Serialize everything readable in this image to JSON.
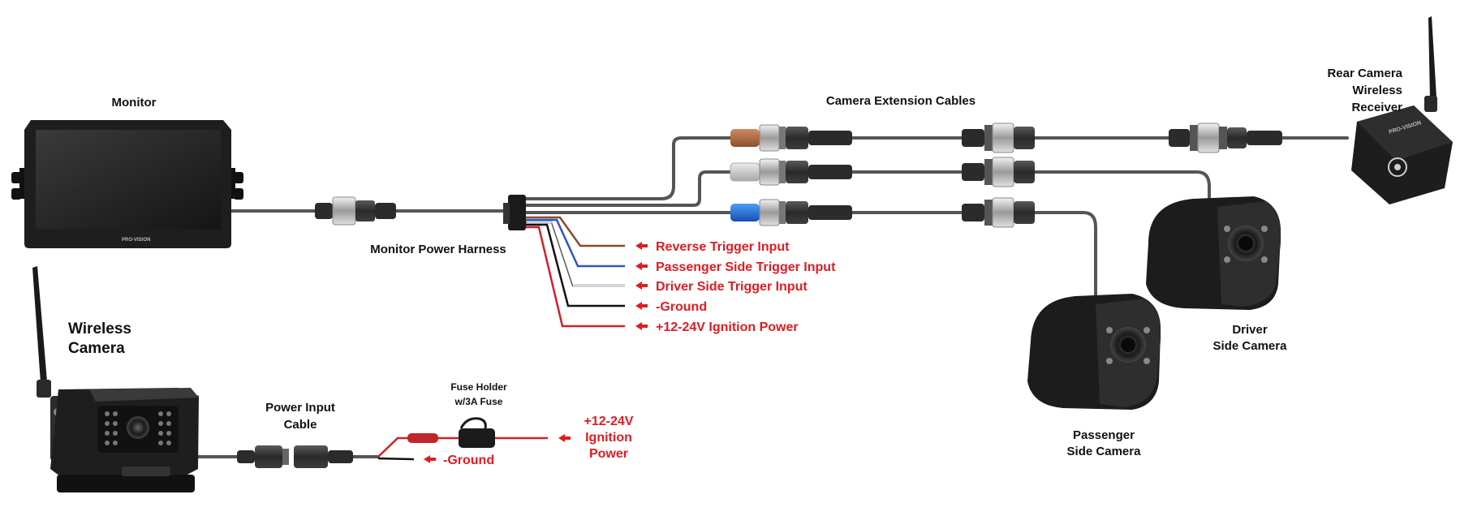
{
  "labels": {
    "monitor": "Monitor",
    "camera_extension_cables": "Camera Extension Cables",
    "rear_receiver_line1": "Rear Camera",
    "rear_receiver_line2": "Wireless",
    "rear_receiver_line3": "Receiver",
    "monitor_power_harness": "Monitor Power Harness",
    "wireless_camera_line1": "Wireless",
    "wireless_camera_line2": "Camera",
    "power_input_cable_line1": "Power Input",
    "power_input_cable_line2": "Cable",
    "fuse_holder_line1": "Fuse Holder",
    "fuse_holder_line2": "w/3A Fuse",
    "driver_camera_line1": "Driver",
    "driver_camera_line2": "Side Camera",
    "passenger_camera_line1": "Passenger",
    "passenger_camera_line2": "Side Camera"
  },
  "harness_wires": [
    {
      "label": "Reverse Trigger Input",
      "color": "#8b4a2b"
    },
    {
      "label": "Passenger Side Trigger Input",
      "color": "#2a56c6"
    },
    {
      "label": "Driver Side Trigger Input",
      "color": "#ffffff"
    },
    {
      "label": "-Ground",
      "color": "#111111"
    },
    {
      "label": "+12-24V Ignition Power",
      "color": "#d0202a"
    }
  ],
  "power_input": {
    "ignition_line1": "+12-24V",
    "ignition_line2": "Ignition",
    "ignition_line3": "Power",
    "ground_label": "-Ground"
  },
  "brand": {
    "monitor_logo": "PRO-VISION",
    "receiver_logo": "PRO-VISION"
  },
  "colors": {
    "annotation_red": "#e01b22",
    "cable": "#555555",
    "connector_brown": "#b06a45",
    "connector_gray": "#c8c8c8",
    "connector_blue": "#1f6fd6"
  },
  "icons": {
    "arrow": "left-arrow-icon"
  }
}
